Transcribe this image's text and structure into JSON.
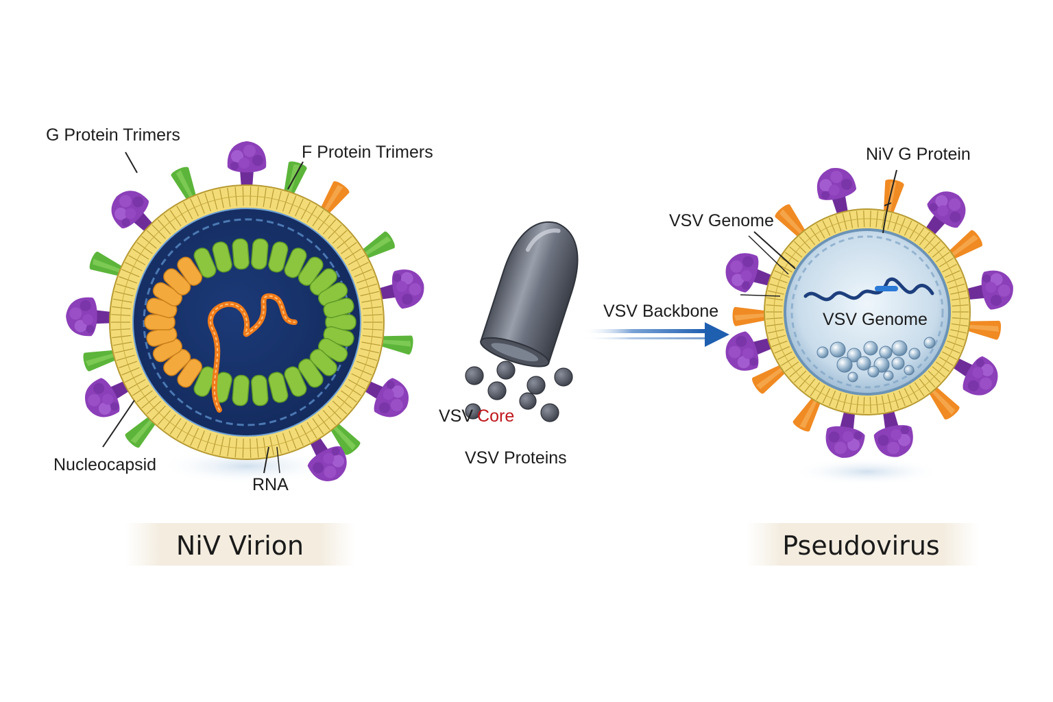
{
  "niv": {
    "labels": {
      "g_trimers": "G Protein Trimers",
      "f_trimers": "F Protein Trimers",
      "nucleocapsid": "Nucleocapsid",
      "rna": "RNA"
    },
    "caption": "NiV Virion"
  },
  "middle": {
    "core_prefix": "VSV",
    "core_word": "Core",
    "proteins": "VSV Proteins",
    "backbone": "VSV Backbone"
  },
  "pseudo": {
    "labels": {
      "niv_g": "NiV G Protein",
      "genome_outer": "VSV Genome",
      "genome_inner": "VSV Genome"
    },
    "caption": "Pseudovirus"
  },
  "colors": {
    "membrane": "#f3dc78",
    "niv_interior": "#1e3d7a",
    "pseudo_interior": "#cfe2ee",
    "g_protein": "#8b3fb8",
    "f_protein_green": "#5cb53a",
    "f_protein_orange": "#f08a22",
    "nucleocapsid_green": "#8cc63f",
    "nucleocapsid_orange": "#f3a93b",
    "arrow": "#1f5fb0",
    "core_capsule": "#6f7480"
  }
}
